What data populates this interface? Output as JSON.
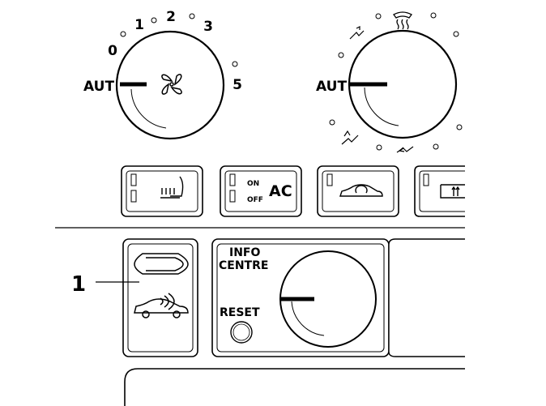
{
  "fan_dial": {
    "labels": [
      "0",
      "1",
      "2",
      "3",
      "5",
      "AUT"
    ]
  },
  "air_dial": {
    "label": "AUT"
  },
  "buttons": {
    "ac_on": "ON",
    "ac_off": "OFF",
    "ac": "AC"
  },
  "info_panel": {
    "title_line1": "INFO",
    "title_line2": "CENTRE",
    "reset": "RESET"
  },
  "callout": {
    "number": "1"
  },
  "icons": [
    "fan-icon",
    "windshield-defrost-icon",
    "airflow-vent-icons",
    "seat-heater-icon",
    "recirculation-icon",
    "rear-defrost-icon",
    "headlight-icon",
    "car-sensor-icon"
  ]
}
